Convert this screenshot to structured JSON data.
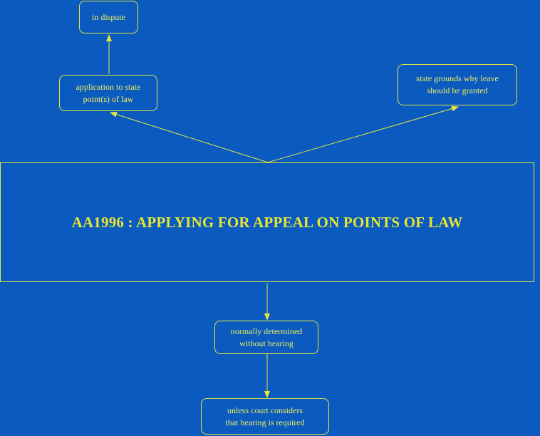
{
  "diagram": {
    "center": {
      "label": "AA1996 : APPLYING FOR APPEAL ON POINTS OF LAW"
    },
    "nodes": {
      "in_dispute": "in dispute",
      "application": "application to state\npoint(s) of law",
      "grounds": "state grounds why leave\nshould be granted",
      "normally": "normally determined\nwithout hearing",
      "unless": "unless court considers\nthat hearing is required"
    },
    "edges": [
      [
        "center",
        "application"
      ],
      [
        "application",
        "in_dispute"
      ],
      [
        "center",
        "grounds"
      ],
      [
        "center",
        "normally"
      ],
      [
        "normally",
        "unless"
      ]
    ],
    "colors": {
      "background": "#0A5AC0",
      "stroke": "#E6E63C",
      "text": "#F0F05A"
    }
  }
}
